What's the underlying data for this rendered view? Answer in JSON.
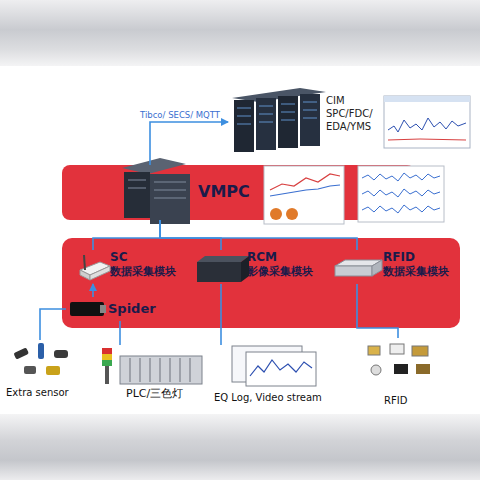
{
  "diagram": {
    "nodes": [
      {
        "text": [
          "CIM SPC/FDC/ EDA/YMS"
        ]
      },
      {
        "text": [
          "VMPC"
        ]
      },
      {
        "text": [
          "SC",
          "数据采集模块"
        ]
      },
      {
        "text": [
          "RCM",
          "影像采集模块"
        ]
      },
      {
        "text": [
          "RFID",
          "数据采集模块"
        ]
      },
      {
        "text": [
          "Spider"
        ]
      },
      {
        "text": [
          "Extra sensor"
        ]
      },
      {
        "text": [
          "PLC/三色灯"
        ]
      },
      {
        "text": [
          "EQ Log, Video stream"
        ]
      },
      {
        "text": [
          "RFID"
        ]
      }
    ],
    "edges": [
      {
        "from": 1,
        "to": 0,
        "label": "Tibco/ SECS/ MQTT",
        "arrow": "to"
      },
      {
        "from": 1,
        "to": 2,
        "arrow": "none"
      },
      {
        "from": 1,
        "to": 3,
        "arrow": "none"
      },
      {
        "from": 1,
        "to": 4,
        "arrow": "none"
      },
      {
        "from": 5,
        "to": 2,
        "arrow": "to"
      },
      {
        "from": 6,
        "to": 5,
        "arrow": "none"
      },
      {
        "from": 7,
        "to": 5,
        "arrow": "none"
      },
      {
        "from": 3,
        "to": 8,
        "arrow": "none"
      },
      {
        "from": 4,
        "to": 9,
        "arrow": "none"
      }
    ]
  }
}
